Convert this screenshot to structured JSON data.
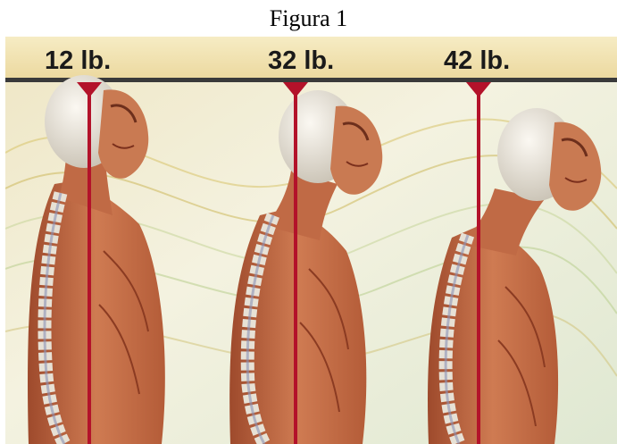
{
  "figure": {
    "caption": "Figura 1",
    "panels": [
      {
        "weight_label": "12 lb."
      },
      {
        "weight_label": "32 lb."
      },
      {
        "weight_label": "42 lb."
      }
    ],
    "colors": {
      "header_band": "#f3e6b8",
      "plumb_line": "#b3122a",
      "divider": "#3a3a3a",
      "skin": "#c8744d",
      "skull": "#e9e4da",
      "spine": "#e7e1d5",
      "background_wave": "#d6c777"
    }
  }
}
